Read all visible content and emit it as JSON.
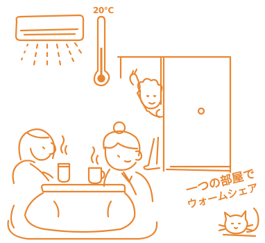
{
  "thermometer": {
    "reading": "20℃"
  },
  "caption": {
    "line1": "一つの部屋で",
    "line2": "ウォームシェア"
  },
  "colors": {
    "line": "#e9852f",
    "background": "#ffffff"
  },
  "icons": {
    "air_conditioner": "air-conditioner-icon",
    "thermometer": "thermometer-icon",
    "door": "sliding-door-icon",
    "cat": "cat-icon"
  }
}
